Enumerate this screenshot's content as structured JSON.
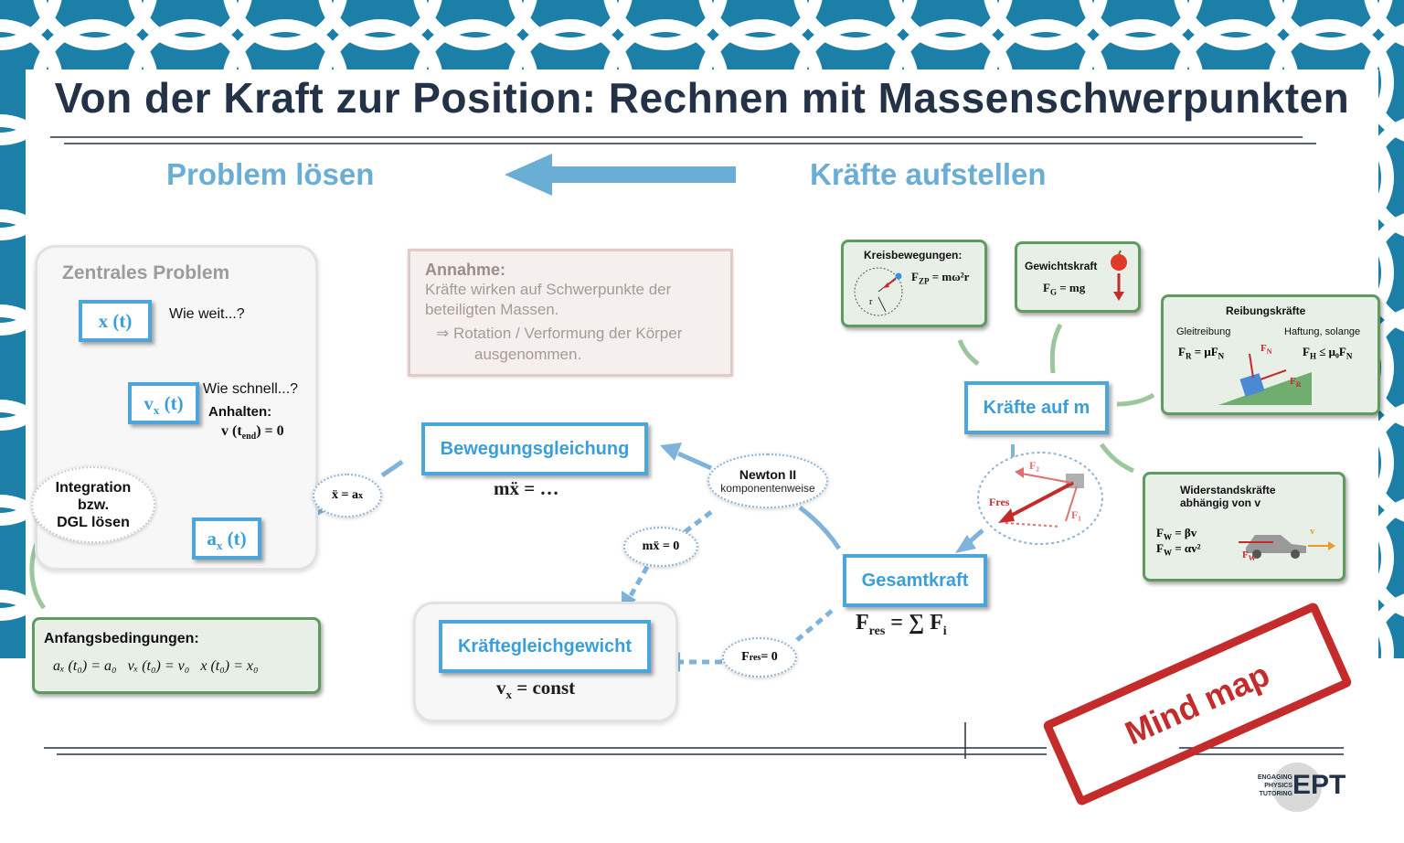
{
  "title": "Von der Kraft zur Position: Rechnen mit Massenschwerpunkten",
  "left_heading": "Problem lösen",
  "right_heading": "Kräfte aufstellen",
  "central_problem": {
    "heading": "Zentrales Problem",
    "x_t": "x (t)",
    "wie_weit": "Wie weit...?",
    "vx_t": "v",
    "vx_sub": "x",
    "vx_paren": " (t)",
    "wie_schnell": "Wie schnell...?",
    "anhalten": "Anhalten:",
    "anhalten_formula": "v (t",
    "anhalten_sub": "end",
    "anhalten_rest": ") = 0",
    "ax_t": "a",
    "ax_sub": "x",
    "ax_paren": " (t)",
    "integration": "Integration\nbzw.\nDGL lösen"
  },
  "initial_conditions": {
    "title": "Anfangsbedingungen:",
    "formula": "aₓ (t₀) = a₀   vₓ (t₀) = v₀   x (t₀) = x₀"
  },
  "assumption": {
    "title": "Annahme:",
    "line1": "Kräfte wirken auf Schwerpunkte der",
    "line2": "beteiligten Massen.",
    "line3": "⇒ Rotation / Verformung der Körper",
    "line4": "ausgenommen."
  },
  "equation_of_motion": {
    "label": "Bewegungsgleichung",
    "formula": "mẍ = …"
  },
  "xdd_bubble": "ẍ = a",
  "xdd_sub": "x",
  "newton": {
    "title": "Newton II",
    "subtitle": "komponentenweise"
  },
  "mxdd_zero": "mẍ = 0",
  "equilibrium": {
    "label": "Kräftegleichgewicht",
    "formula": "v",
    "formula_sub": "x",
    "formula_rest": " = const"
  },
  "fres_zero": {
    "main": "F",
    "sub": "res",
    "rest": " = 0"
  },
  "net_force": {
    "label": "Gesamtkraft",
    "main": "F",
    "sub": "res",
    "eq": " = ∑ F",
    "sub2": "i"
  },
  "forces_on_m": {
    "label": "Kräfte auf m",
    "f1": "F₁",
    "f2": "F₂",
    "fres": "Fres"
  },
  "circular": {
    "title": "Kreisbewegungen:",
    "formula": "F",
    "formula_sub": "ZP",
    "formula_rest": " = mω²r",
    "r": "r"
  },
  "weight": {
    "title": "Gewichtskraft",
    "formula": "F",
    "formula_sub": "G",
    "formula_rest": " = mg"
  },
  "friction": {
    "title": "Reibungskräfte",
    "sliding": "Gleitreibung",
    "static": "Haftung, solange",
    "sliding_formula": "F",
    "sliding_sub": "R",
    "sliding_rest": " = μF",
    "sliding_sub2": "N",
    "static_formula": "F",
    "static_sub": "H",
    "static_rest": " ≤ μ₀F",
    "static_sub2": "N",
    "fn_label": "F",
    "fn_sub": "N",
    "fr_label": "F",
    "fr_sub": "R"
  },
  "drag": {
    "title": "Widerstandskräfte",
    "subtitle": "abhängig von v",
    "f1": "F",
    "f1_sub": "W",
    "f1_rest": " = βv",
    "f2": "F",
    "f2_sub": "W",
    "f2_rest": " = αv²",
    "v_label": "v",
    "fw_label": "F",
    "fw_sub": "W"
  },
  "stamp": "Mind map",
  "logo": {
    "line1": "ENGAGING",
    "line2": "PHYSICS",
    "line3": "TUTORING",
    "mark": "EPT"
  },
  "colors": {
    "primary_blue": "#4aa6dc",
    "title_dark": "#233247",
    "background_teal": "#1b7fa8",
    "green": "#5f9a5f",
    "red": "#c42c2c"
  }
}
